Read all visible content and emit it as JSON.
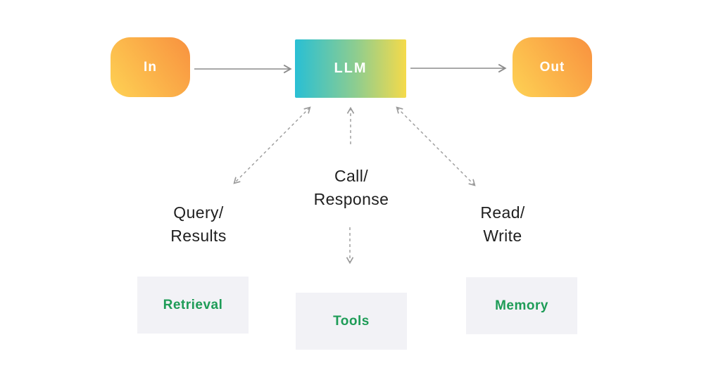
{
  "diagram": {
    "nodes": {
      "in": {
        "label": "In"
      },
      "llm": {
        "label": "LLM"
      },
      "out": {
        "label": "Out"
      },
      "retrieval": {
        "label": "Retrieval"
      },
      "tools": {
        "label": "Tools"
      },
      "memory": {
        "label": "Memory"
      }
    },
    "edge_labels": {
      "query_results": {
        "line1": "Query/",
        "line2": "Results"
      },
      "call_response": {
        "line1": "Call/",
        "line2": "Response"
      },
      "read_write": {
        "line1": "Read/",
        "line2": "Write"
      }
    },
    "colors": {
      "io_gradient_start": "#fed254",
      "io_gradient_end": "#f8913f",
      "llm_gradient_start": "#29bfd4",
      "llm_gradient_end": "#f5da4a",
      "module_bg": "#f2f2f6",
      "module_text_green": "#1e9c57",
      "solid_arrow_gray": "#8c8c8c",
      "dashed_arrow_gray": "#9a9a9a",
      "label_text": "#1f1f1f",
      "node_text": "#ffffff"
    }
  }
}
